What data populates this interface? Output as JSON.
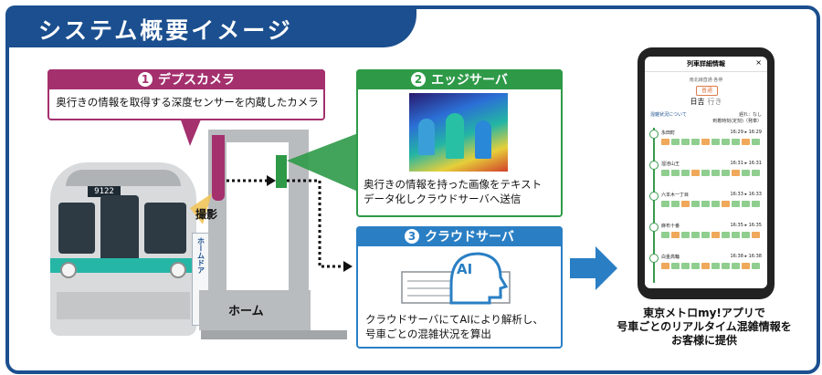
{
  "title": "システム概要イメージ",
  "panels": {
    "camera": {
      "number": "1",
      "label": "デプスカメラ",
      "description": "奥行きの情報を取得する深度センサーを内蔵したカメラ",
      "color": "#a4306e"
    },
    "edge": {
      "number": "2",
      "label": "エッジサーバ",
      "description_line1": "奥行きの情報を持った画像をテキスト",
      "description_line2": "データ化しクラウドサーバへ送信",
      "color": "#2e9a48"
    },
    "cloud": {
      "number": "3",
      "label": "クラウドサーバ",
      "description_line1": "クラウドサーバにてAIにより解析し、",
      "description_line2": "号車ごとの混雑状況を算出",
      "ai_badge": "AI",
      "color": "#2a7fc4"
    }
  },
  "labels": {
    "capture": "撮影",
    "platform": "ホーム",
    "platform_door": "ホームドア",
    "train_number": "9122"
  },
  "app": {
    "caption_line1": "東京メトロmy!アプリで",
    "caption_line2": "号車ごとのリアルタイム混雑情報を",
    "caption_line3": "お客様に提供",
    "header": "列車詳細情報",
    "close": "×",
    "line_info": "南北線直通 各停",
    "badge": "普通",
    "destination": "日吉",
    "destination_suffix": "行き",
    "congestion_note": "混雑状況について",
    "delay_note": "遅れ：なし",
    "time_note": "到着時刻(定刻)（発車）",
    "stations": [
      {
        "name": "永田町",
        "time": "16:29 ▸ 16:29"
      },
      {
        "name": "溜池山王",
        "time": "16:31 ▸ 16:31"
      },
      {
        "name": "六本木一丁目",
        "time": "16:33 ▸ 16:33"
      },
      {
        "name": "麻布十番",
        "time": "16:35 ▸ 16:35"
      },
      {
        "name": "白金高輪",
        "time": "16:38 ▸ 16:38"
      }
    ]
  },
  "colors": {
    "frame": "#1b4f8f",
    "arrow": "#2a7fc4",
    "seat_green": "#8fce8f",
    "seat_orange": "#f0a85a"
  }
}
